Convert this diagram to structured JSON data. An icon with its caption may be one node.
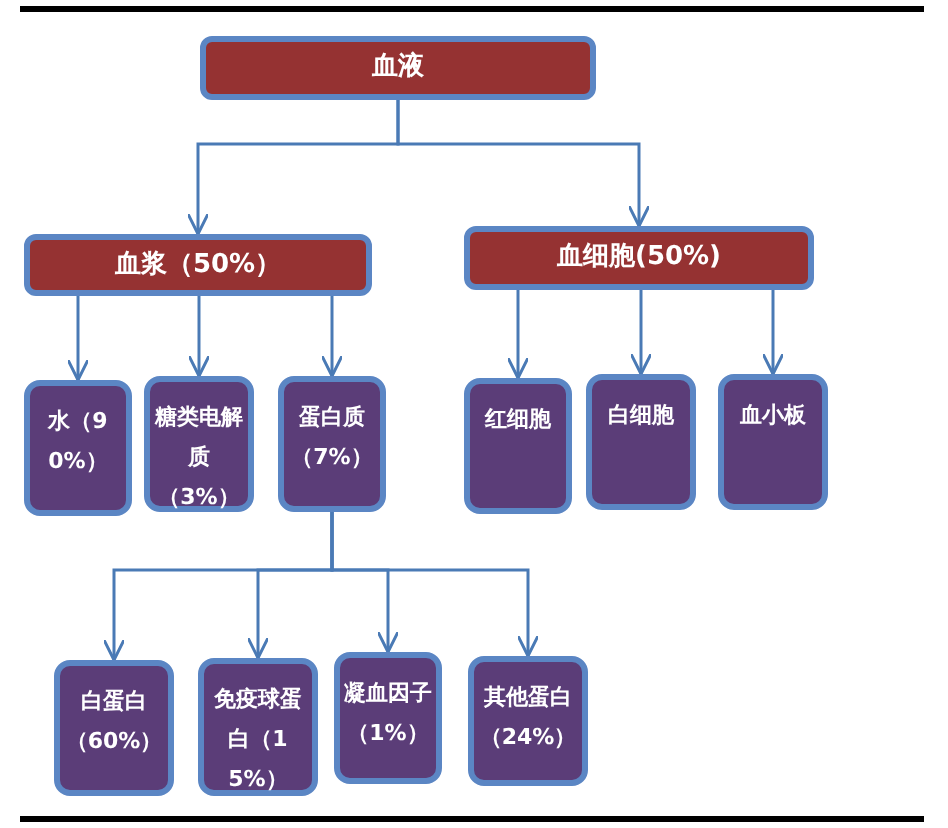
{
  "diagram": {
    "nodes": [
      {
        "text": [
          "血液"
        ]
      },
      {
        "text": [
          "血浆（50%）"
        ]
      },
      {
        "text": [
          "血细胞(50%)"
        ]
      },
      {
        "text": [
          "水（90%）"
        ]
      },
      {
        "text": [
          "糖类电解质（3%）"
        ]
      },
      {
        "text": [
          "蛋白质（7%）"
        ]
      },
      {
        "text": [
          "红细胞"
        ]
      },
      {
        "text": [
          "白细胞"
        ]
      },
      {
        "text": [
          "血小板"
        ]
      },
      {
        "text": [
          "白蛋白（60%）"
        ]
      },
      {
        "text": [
          "免疫球蛋白（15%）"
        ]
      },
      {
        "text": [
          "凝血因子（1%）"
        ]
      },
      {
        "text": [
          "其他蛋白（24%）"
        ]
      }
    ],
    "edges": [
      {
        "from": 0,
        "to": 1,
        "arrow": "to"
      },
      {
        "from": 0,
        "to": 2,
        "arrow": "to"
      },
      {
        "from": 1,
        "to": 3,
        "arrow": "to"
      },
      {
        "from": 1,
        "to": 4,
        "arrow": "to"
      },
      {
        "from": 1,
        "to": 5,
        "arrow": "to"
      },
      {
        "from": 2,
        "to": 6,
        "arrow": "to"
      },
      {
        "from": 2,
        "to": 7,
        "arrow": "to"
      },
      {
        "from": 2,
        "to": 8,
        "arrow": "to"
      },
      {
        "from": 5,
        "to": 9,
        "arrow": "to"
      },
      {
        "from": 5,
        "to": 10,
        "arrow": "to"
      },
      {
        "from": 5,
        "to": 11,
        "arrow": "to"
      },
      {
        "from": 5,
        "to": 12,
        "arrow": "to"
      }
    ]
  }
}
